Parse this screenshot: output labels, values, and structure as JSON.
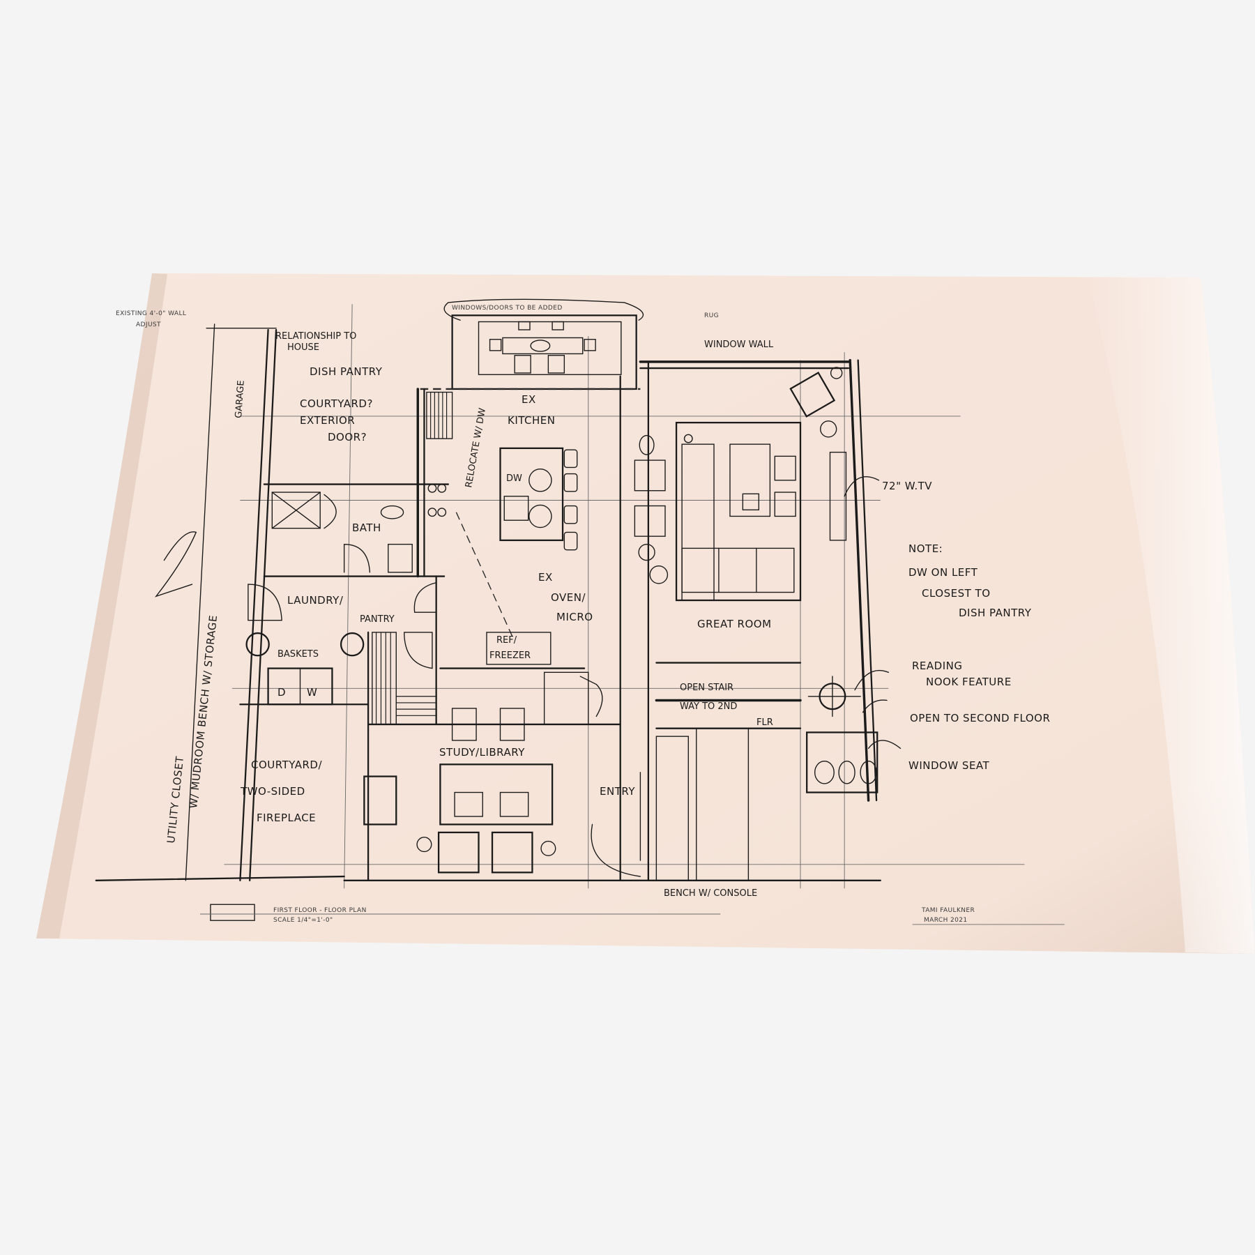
{
  "drawing": {
    "paper_color": "#f5e4da",
    "ink_color": "#1b1b1b",
    "background_color": "#f4f4f4",
    "labels": {
      "existing_wall": "EXISTING 4'-0\" WALL",
      "adjust_relationship_1": "ADJUST",
      "adjust_relationship_2": "RELATIONSHIP TO",
      "adjust_relationship_3": "HOUSE",
      "windows_doors": "WINDOWS/DOORS TO BE ADDED",
      "dish_pantry": "DISH PANTRY",
      "courtyard_door_1": "COURTYARD?",
      "courtyard_door_2": "EXTERIOR",
      "courtyard_door_3": "DOOR?",
      "kitchen_ex": "EX",
      "kitchen": "KITCHEN",
      "relocate_dw": "RELOCATE W/ DW",
      "island_dw": "DW",
      "rug": "RUG",
      "window_wall": "WINDOW WALL",
      "tv": "72\" W.TV",
      "note_1": "NOTE:",
      "note_2": "DW ON LEFT",
      "note_3": "CLOSEST TO",
      "note_4": "DISH PANTRY",
      "oven_ex": "EX",
      "oven": "OVEN/",
      "micro": "MICRO",
      "great_room": "GREAT ROOM",
      "bath": "BATH",
      "laundry": "LAUNDRY/",
      "pantry": "PANTRY",
      "baskets": "BASKETS",
      "dryer": "D",
      "washer": "W",
      "ref_freezer_1": "REF/",
      "ref_freezer_2": "FREEZER",
      "courtyard_fireplace_1": "COURTYARD/",
      "courtyard_fireplace_2": "TWO-SIDED",
      "courtyard_fireplace_3": "FIREPLACE",
      "study_library": "STUDY/LIBRARY",
      "entry": "ENTRY",
      "open_stair_1": "OPEN STAIR",
      "open_stair_2": "WAY TO 2ND",
      "open_stair_3": "FLR",
      "reading_nook_1": "READING",
      "reading_nook_2": "NOOK FEATURE",
      "open_to_second": "OPEN TO SECOND FLOOR",
      "window_seat": "WINDOW SEAT",
      "bench_console": "BENCH W/ CONSOLE",
      "utility_closet": "UTILITY CLOSET",
      "mudroom_bench": "W/ MUDROOM BENCH W/ STORAGE",
      "garage": "GARAGE",
      "sheet_number": "2"
    },
    "title_block": {
      "title": "FIRST FLOOR - FLOOR PLAN",
      "scale": "SCALE 1/4\"=1'-0\"",
      "author": "TAMI FAULKNER",
      "date": "MARCH 2021"
    }
  }
}
